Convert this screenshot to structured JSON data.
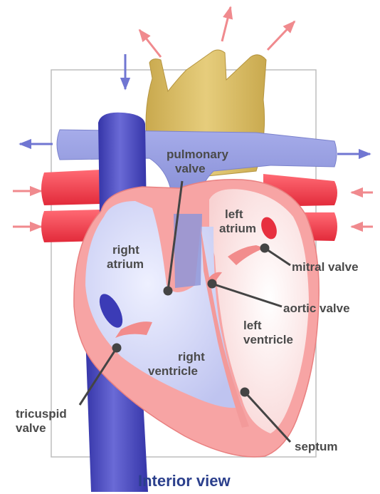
{
  "caption": "Interior view",
  "labels": {
    "pulmonary_valve": [
      "pulmonary",
      "valve"
    ],
    "left_atrium": [
      "left",
      "atrium"
    ],
    "right_atrium": [
      "right",
      "atrium"
    ],
    "mitral_valve": "mitral valve",
    "aortic_valve": "aortic valve",
    "left_ventricle": [
      "left",
      "ventricle"
    ],
    "right_ventricle": [
      "right",
      "ventricle"
    ],
    "tricuspid_valve": [
      "tricuspid",
      "valve"
    ],
    "septum": "septum"
  },
  "colors": {
    "aorta": "#d7bb62",
    "pulmonary_vessel": "#8f97d8",
    "vena_cava": "#3f3fb8",
    "red_vessel": "#ee3b4a",
    "wall": "#f7a4a4",
    "left_chamber": "#fbe7e7",
    "right_chamber": "#c9cdf4",
    "arrow_blue": "#7076d2",
    "arrow_red": "#f08a8e",
    "leader": "#444444"
  }
}
